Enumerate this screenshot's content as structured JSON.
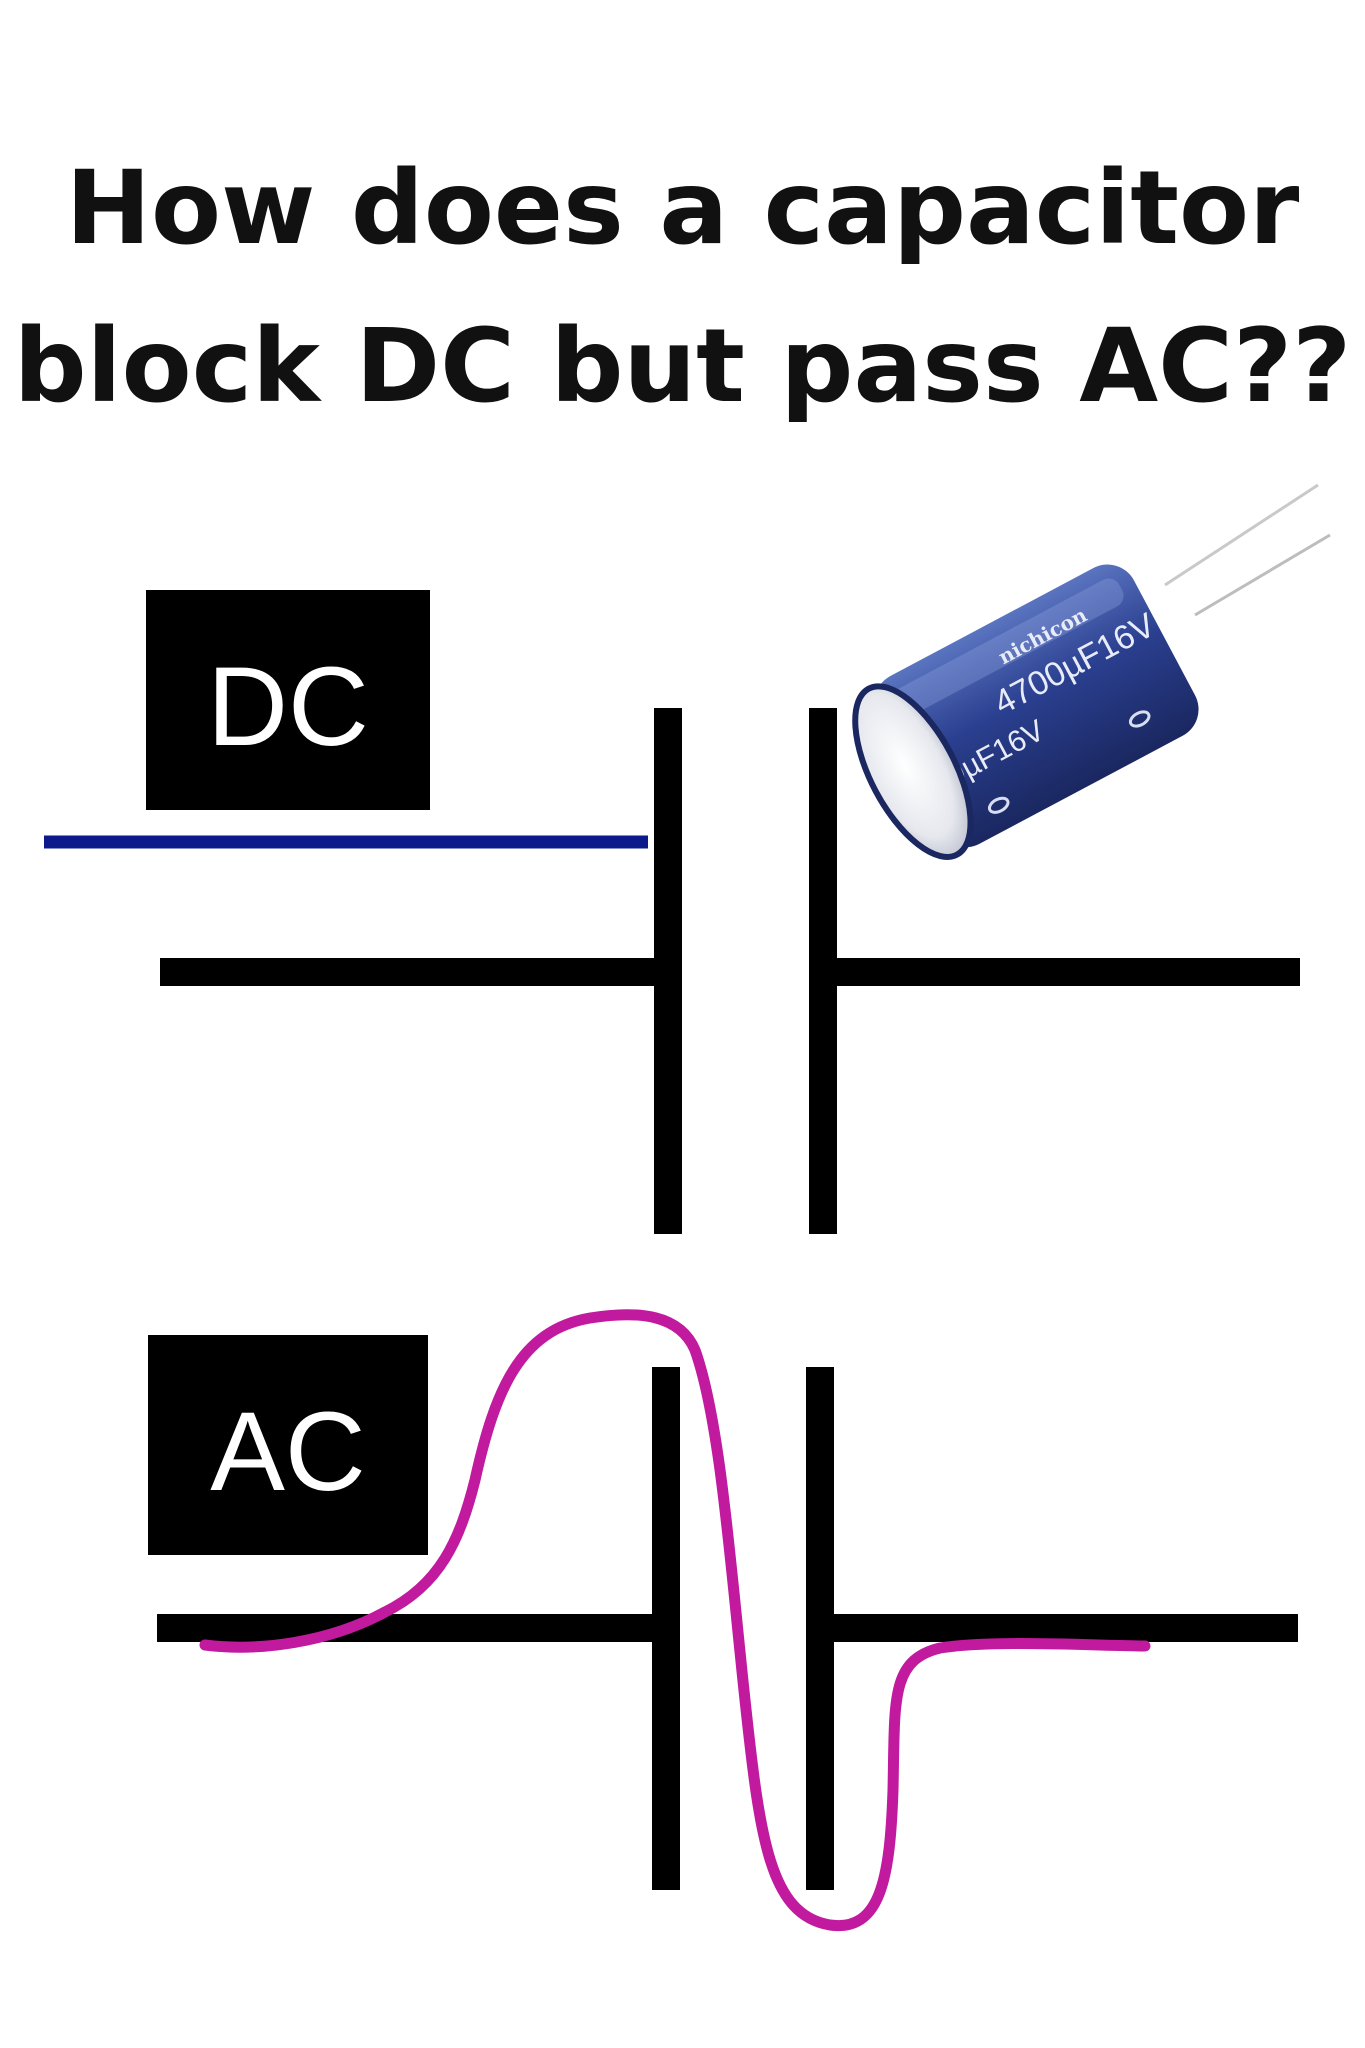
{
  "title": {
    "line1": "How does a capacitor",
    "line2": "block DC but pass AC??"
  },
  "labels": {
    "dc": "DC",
    "ac": "AC"
  },
  "capacitor_photo": {
    "brand": "nichicon",
    "marking": "4700µF16V",
    "marking_partial": "00µF16V"
  },
  "colors": {
    "background": "#ffffff",
    "text": "#111111",
    "label_box": "#000000",
    "label_text": "#ffffff",
    "circuit_line": "#000000",
    "dc_signal": "#0d1a8c",
    "ac_signal": "#c21a9e",
    "capacitor_body": "#2a3f8f"
  }
}
